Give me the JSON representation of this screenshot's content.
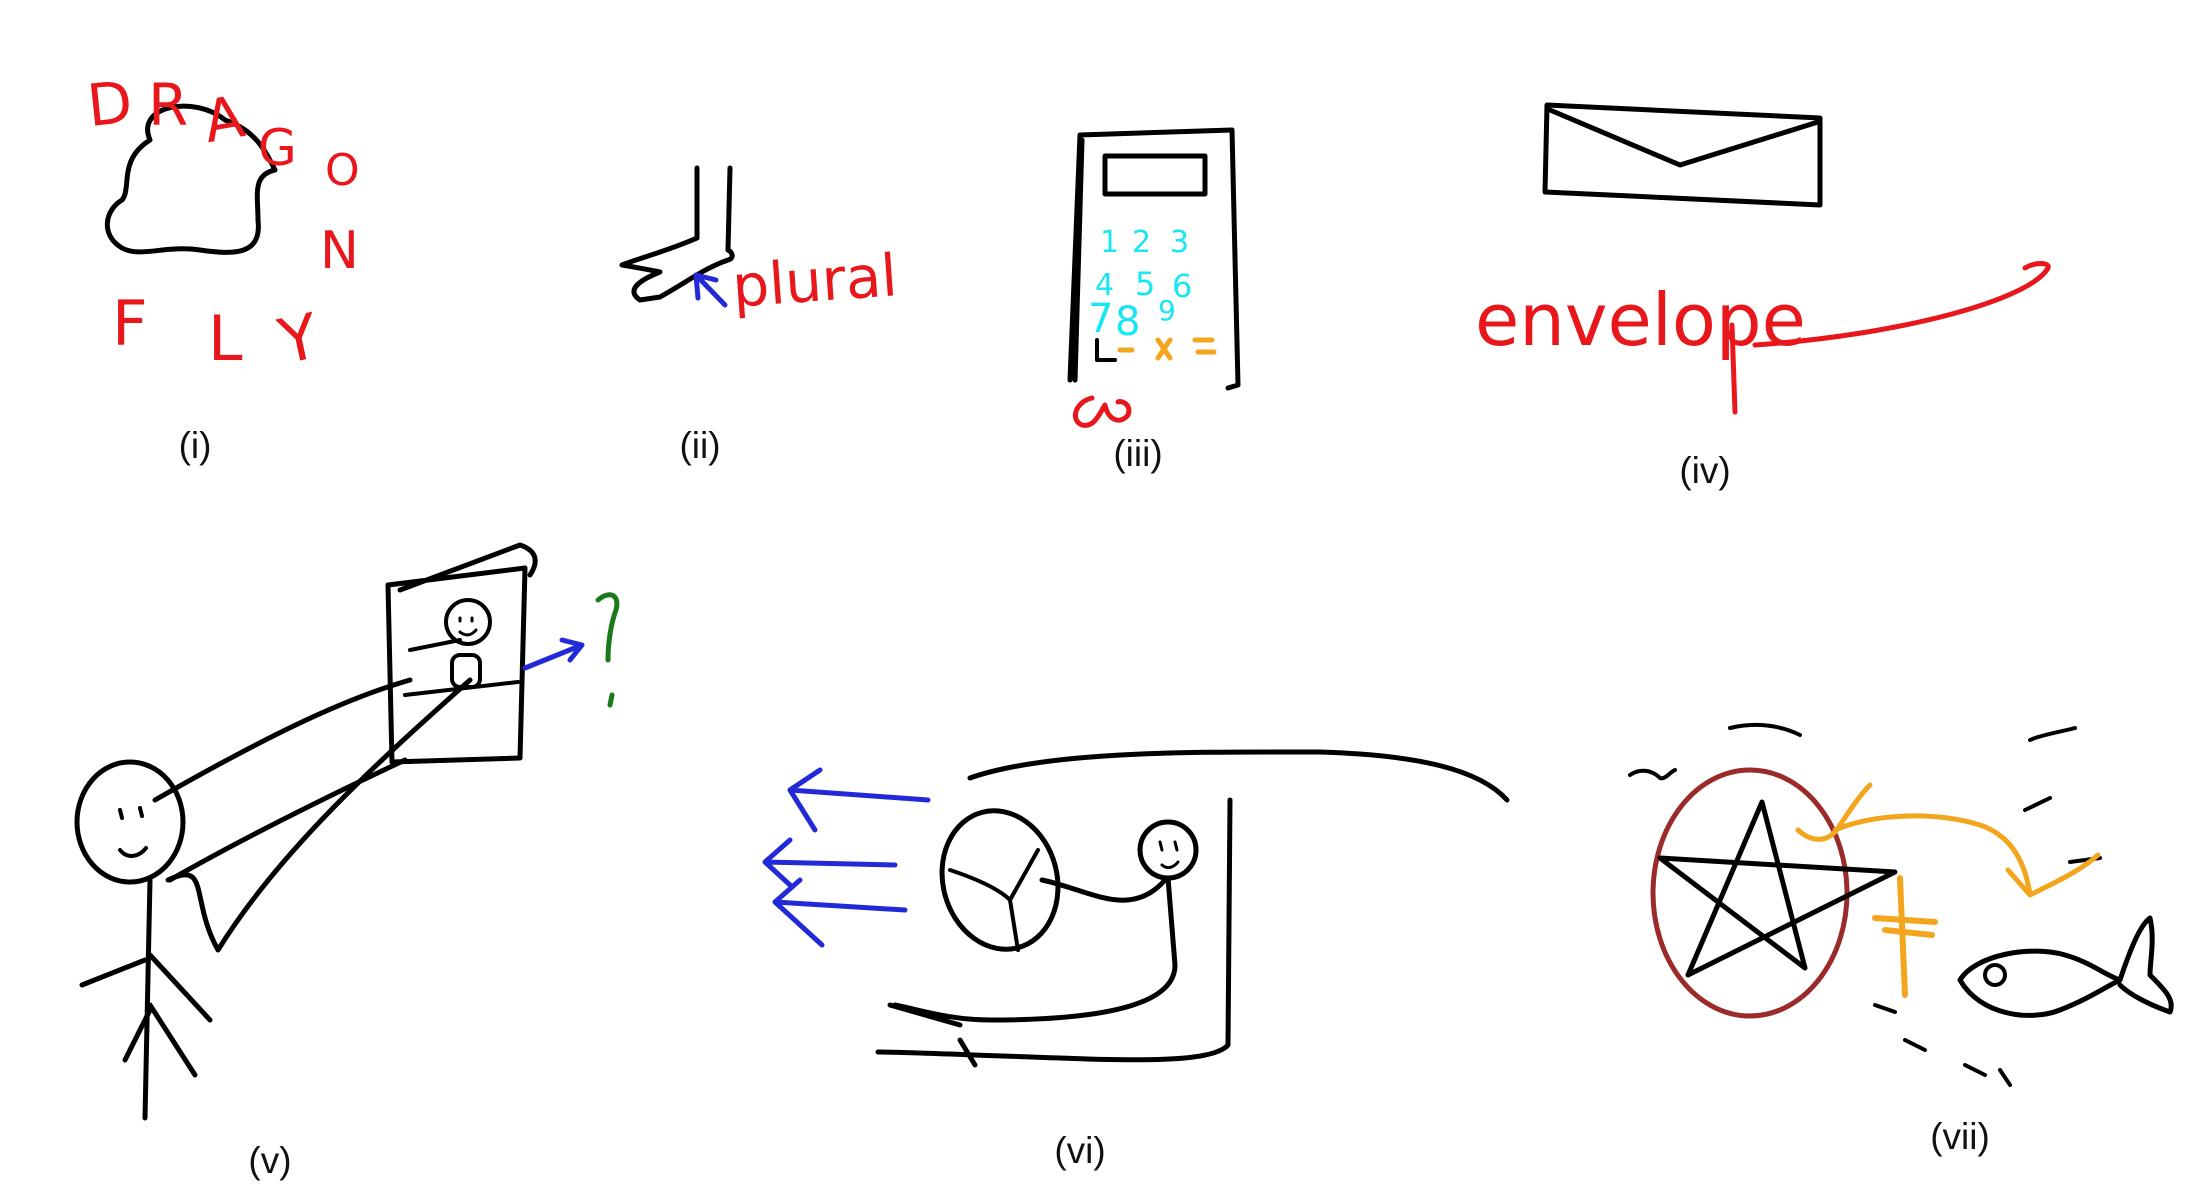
{
  "captions": {
    "p1": "(i)",
    "p2": "(ii)",
    "p3": "(iii)",
    "p4": "(iv)",
    "p5": "(v)",
    "p6": "(vi)",
    "p7": "(vii)"
  },
  "panel1": {
    "top_word": "DRAGON",
    "bottom_word": "FLY"
  },
  "panel2": {
    "label": "plural"
  },
  "panel3": {
    "keys": [
      "1",
      "2",
      "3",
      "4",
      "5",
      "6",
      "7",
      "8",
      "9"
    ],
    "ops": [
      "L",
      "-",
      "×",
      "="
    ],
    "mark": "ω"
  },
  "panel4": {
    "label": "envelope"
  },
  "panel5": {
    "mark": "?"
  },
  "colors": {
    "ink": "#000000",
    "red": "#e8171c",
    "blue": "#2229d6",
    "cyan": "#19e6f2",
    "orange": "#f2a51d",
    "green": "#1a7a1a",
    "brown": "#9b2a2a"
  }
}
